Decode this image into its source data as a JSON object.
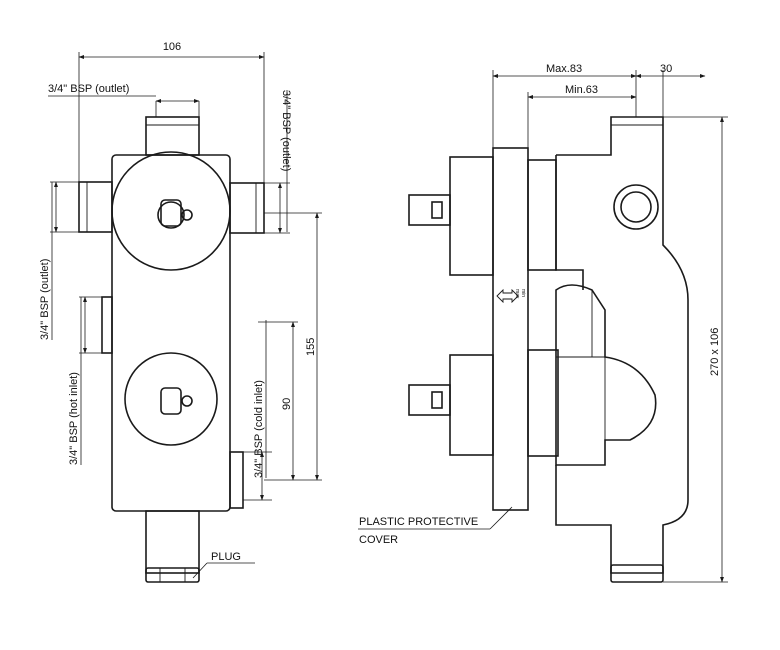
{
  "left_view": {
    "dim_width": "106",
    "outlet_top_label": "3/4\" BSP (outlet)",
    "outlet_right_label": "3/4\" BSP (outlet)",
    "outlet_left_label": "3/4\" BSP (outlet)",
    "hot_inlet_label": "3/4\" BSP (hot inlet)",
    "cold_inlet_label": "3/4\" BSP (cold inlet)",
    "dim_155": "155",
    "dim_90": "90",
    "plug_label": "PLUG"
  },
  "right_view": {
    "dim_max": "Max.83",
    "dim_30": "30",
    "dim_min": "Min.63",
    "dim_height": "270 x 106",
    "min_marker": "min",
    "max_marker": "max",
    "cover_label_line1": "PLASTIC PROTECTIVE",
    "cover_label_line2": "COVER"
  }
}
